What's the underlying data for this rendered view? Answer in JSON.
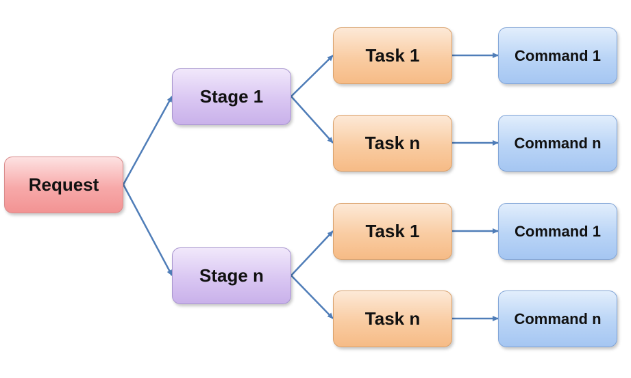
{
  "request": {
    "label": "Request"
  },
  "stages": [
    {
      "label": "Stage 1"
    },
    {
      "label": "Stage n"
    }
  ],
  "tasks": [
    {
      "label": "Task 1"
    },
    {
      "label": "Task n"
    },
    {
      "label": "Task 1"
    },
    {
      "label": "Task n"
    }
  ],
  "commands": [
    {
      "label": "Command 1"
    },
    {
      "label": "Command n"
    },
    {
      "label": "Command 1"
    },
    {
      "label": "Command n"
    }
  ],
  "colors": {
    "request": "#f7a9a9",
    "stage": "#d9c6f2",
    "task": "#f9cca2",
    "command": "#b9d4f6",
    "arrow": "#4f7db8"
  }
}
